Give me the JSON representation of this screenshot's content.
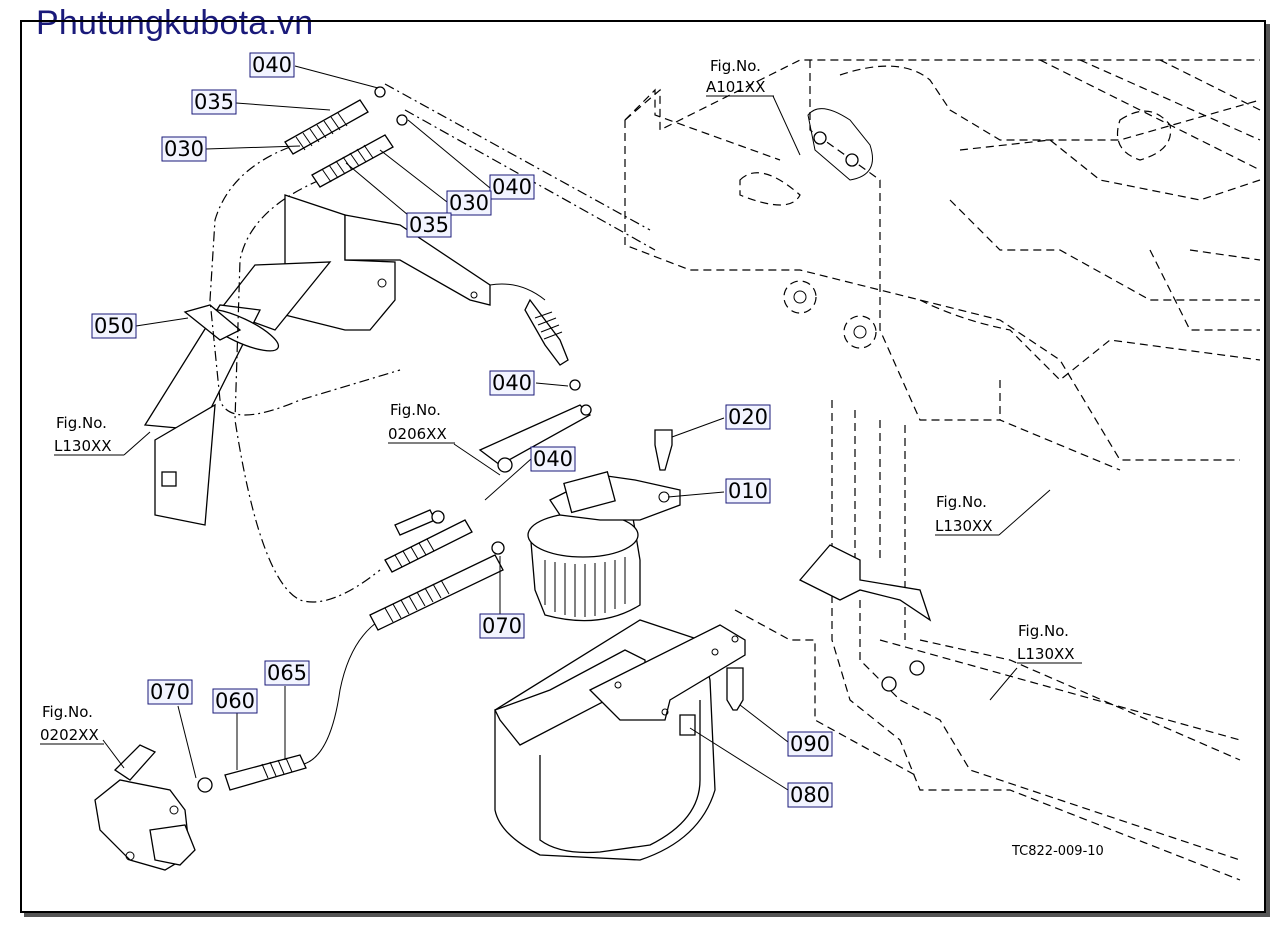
{
  "watermark": "Phutungkubota.vn",
  "drawing_code": "TC822-009-10",
  "part_labels": {
    "p040a": "040",
    "p035a": "035",
    "p030a": "030",
    "p030b": "030",
    "p040b": "040",
    "p035b": "035",
    "p050": "050",
    "p040c": "040",
    "p020": "020",
    "p040d": "040",
    "p010": "010",
    "p070a": "070",
    "p070b": "070",
    "p060": "060",
    "p065": "065",
    "p090": "090",
    "p080": "080"
  },
  "fig_refs": {
    "a101": {
      "label": "Fig.No.",
      "code": "A101XX"
    },
    "l130_left": {
      "label": "Fig.No.",
      "code": "L130XX"
    },
    "f0206": {
      "label": "Fig.No.",
      "code": "0206XX"
    },
    "l130_mid": {
      "label": "Fig.No.",
      "code": "L130XX"
    },
    "l130_right": {
      "label": "Fig.No.",
      "code": "L130XX"
    },
    "f0202": {
      "label": "Fig.No.",
      "code": "0202XX"
    }
  },
  "colors": {
    "watermark": "#1a1a7a",
    "line": "#000000",
    "label_box": "#1a1a7a"
  }
}
